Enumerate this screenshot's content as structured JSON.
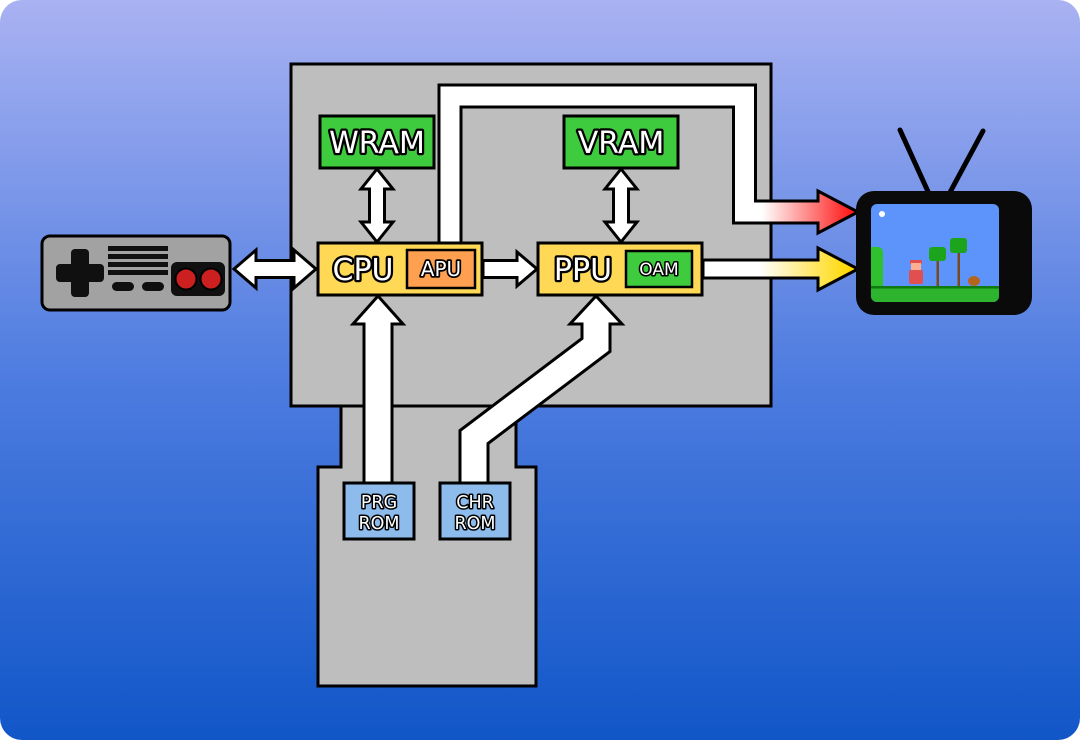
{
  "console": {
    "wram_label": "WRAM",
    "vram_label": "VRAM",
    "cpu_label": "CPU",
    "apu_label": "APU",
    "ppu_label": "PPU",
    "oam_label": "OAM"
  },
  "cartridge": {
    "prg_rom": {
      "line1": "PRG",
      "line2": "ROM"
    },
    "chr_rom": {
      "line1": "CHR",
      "line2": "ROM"
    }
  },
  "colors": {
    "background_top": "#a9b2f2",
    "background_mid": "#4f7de0",
    "background_bottom": "#1156c8",
    "board_gray": "#bebebe",
    "ram_green": "#3ecb3e",
    "chip_yellow": "#ffd955",
    "apu_orange": "#ffa050",
    "rom_blue": "#8cbbec",
    "audio_red": "#ff1c1c",
    "video_yellow": "#ffd800",
    "arrow_white": "#ffffff",
    "tv_sky_blue": "#5c94fc"
  }
}
